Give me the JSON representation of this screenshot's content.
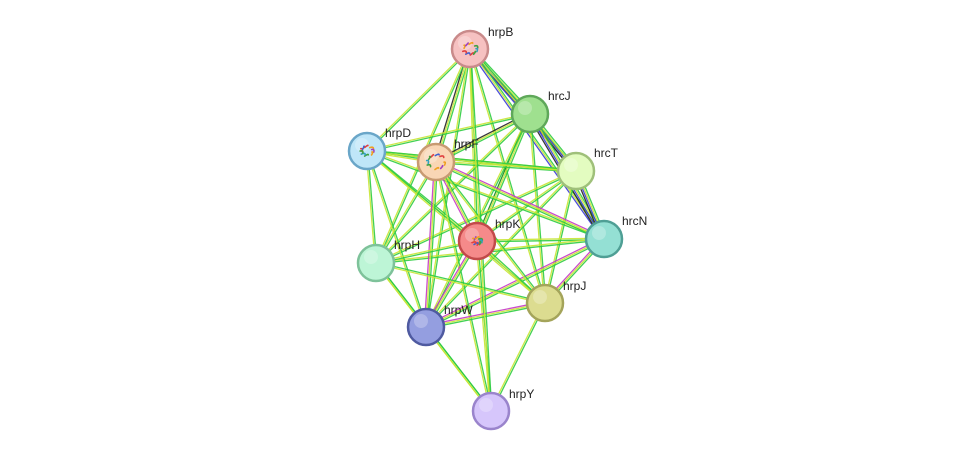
{
  "network": {
    "nodes": [
      {
        "id": "hrpB",
        "label": "hrpB",
        "fill": "#f6c1c1",
        "stroke": "#c98a8a",
        "has_structure": true
      },
      {
        "id": "hrcJ",
        "label": "hrcJ",
        "fill": "#9fe08f",
        "stroke": "#5fa85a",
        "has_structure": false
      },
      {
        "id": "hrpD",
        "label": "hrpD",
        "fill": "#bfe6f8",
        "stroke": "#6aa6c8",
        "has_structure": true
      },
      {
        "id": "hrpF",
        "label": "hrpF",
        "fill": "#f9d6b5",
        "stroke": "#c89a72",
        "has_structure": true
      },
      {
        "id": "hrcT",
        "label": "hrcT",
        "fill": "#e3fcc0",
        "stroke": "#9fc07a",
        "has_structure": false
      },
      {
        "id": "hrcN",
        "label": "hrcN",
        "fill": "#94e0d4",
        "stroke": "#4f9f95",
        "has_structure": false
      },
      {
        "id": "hrpK",
        "label": "hrpK",
        "fill": "#f58a8a",
        "stroke": "#c24a4a",
        "has_structure": true
      },
      {
        "id": "hrpH",
        "label": "hrpH",
        "fill": "#bdf5d6",
        "stroke": "#7ec29a",
        "has_structure": false
      },
      {
        "id": "hrpJ",
        "label": "hrpJ",
        "fill": "#dcdc90",
        "stroke": "#a4a45a",
        "has_structure": false
      },
      {
        "id": "hrpW",
        "label": "hrpW",
        "fill": "#949ee0",
        "stroke": "#4f5aa0",
        "has_structure": false
      },
      {
        "id": "hrpY",
        "label": "hrpY",
        "fill": "#d6c6fb",
        "stroke": "#9a84cc",
        "has_structure": false
      }
    ],
    "edge_colors": {
      "neighborhood": "#2ecc40",
      "textmining": "#c8e632",
      "coexpression": "#222222",
      "experimental": "#c438c4",
      "database": "#3a3ad6",
      "homology": "#1a8a1a"
    },
    "edges": [
      {
        "a": "hrpB",
        "b": "hrcJ",
        "types": [
          "neighborhood",
          "textmining",
          "database",
          "coexpression"
        ]
      },
      {
        "a": "hrpB",
        "b": "hrcT",
        "types": [
          "neighborhood",
          "textmining",
          "database"
        ]
      },
      {
        "a": "hrpB",
        "b": "hrcN",
        "types": [
          "neighborhood",
          "textmining",
          "database"
        ]
      },
      {
        "a": "hrpB",
        "b": "hrpD",
        "types": [
          "neighborhood",
          "textmining"
        ]
      },
      {
        "a": "hrpB",
        "b": "hrpF",
        "types": [
          "neighborhood",
          "textmining",
          "coexpression"
        ]
      },
      {
        "a": "hrpB",
        "b": "hrpK",
        "types": [
          "neighborhood",
          "textmining"
        ]
      },
      {
        "a": "hrpB",
        "b": "hrpH",
        "types": [
          "neighborhood",
          "textmining"
        ]
      },
      {
        "a": "hrpB",
        "b": "hrpJ",
        "types": [
          "neighborhood",
          "textmining"
        ]
      },
      {
        "a": "hrpB",
        "b": "hrpW",
        "types": [
          "neighborhood",
          "textmining"
        ]
      },
      {
        "a": "hrcJ",
        "b": "hrcT",
        "types": [
          "neighborhood",
          "textmining",
          "database",
          "coexpression"
        ]
      },
      {
        "a": "hrcJ",
        "b": "hrcN",
        "types": [
          "neighborhood",
          "textmining",
          "database",
          "coexpression"
        ]
      },
      {
        "a": "hrcJ",
        "b": "hrpD",
        "types": [
          "neighborhood",
          "textmining"
        ]
      },
      {
        "a": "hrcJ",
        "b": "hrpF",
        "types": [
          "neighborhood",
          "textmining",
          "coexpression"
        ]
      },
      {
        "a": "hrcJ",
        "b": "hrpK",
        "types": [
          "neighborhood",
          "textmining",
          "homology"
        ]
      },
      {
        "a": "hrcJ",
        "b": "hrpH",
        "types": [
          "neighborhood",
          "textmining"
        ]
      },
      {
        "a": "hrcJ",
        "b": "hrpJ",
        "types": [
          "neighborhood",
          "textmining"
        ]
      },
      {
        "a": "hrcJ",
        "b": "hrpW",
        "types": [
          "neighborhood",
          "textmining"
        ]
      },
      {
        "a": "hrcT",
        "b": "hrcN",
        "types": [
          "neighborhood",
          "textmining",
          "database",
          "coexpression"
        ]
      },
      {
        "a": "hrcT",
        "b": "hrpD",
        "types": [
          "neighborhood",
          "textmining"
        ]
      },
      {
        "a": "hrcT",
        "b": "hrpF",
        "types": [
          "neighborhood",
          "textmining"
        ]
      },
      {
        "a": "hrcT",
        "b": "hrpK",
        "types": [
          "neighborhood",
          "textmining"
        ]
      },
      {
        "a": "hrcT",
        "b": "hrpH",
        "types": [
          "neighborhood",
          "textmining"
        ]
      },
      {
        "a": "hrcT",
        "b": "hrpJ",
        "types": [
          "neighborhood",
          "textmining"
        ]
      },
      {
        "a": "hrcT",
        "b": "hrpW",
        "types": [
          "neighborhood",
          "textmining"
        ]
      },
      {
        "a": "hrcN",
        "b": "hrpD",
        "types": [
          "neighborhood",
          "textmining"
        ]
      },
      {
        "a": "hrcN",
        "b": "hrpF",
        "types": [
          "neighborhood",
          "textmining",
          "experimental"
        ]
      },
      {
        "a": "hrcN",
        "b": "hrpK",
        "types": [
          "neighborhood",
          "textmining"
        ]
      },
      {
        "a": "hrcN",
        "b": "hrpH",
        "types": [
          "neighborhood",
          "textmining"
        ]
      },
      {
        "a": "hrcN",
        "b": "hrpJ",
        "types": [
          "neighborhood",
          "textmining",
          "experimental"
        ]
      },
      {
        "a": "hrcN",
        "b": "hrpW",
        "types": [
          "neighborhood",
          "textmining",
          "experimental"
        ]
      },
      {
        "a": "hrpD",
        "b": "hrpF",
        "types": [
          "neighborhood",
          "textmining"
        ]
      },
      {
        "a": "hrpD",
        "b": "hrpK",
        "types": [
          "neighborhood",
          "textmining"
        ]
      },
      {
        "a": "hrpD",
        "b": "hrpH",
        "types": [
          "neighborhood",
          "textmining"
        ]
      },
      {
        "a": "hrpD",
        "b": "hrpJ",
        "types": [
          "neighborhood",
          "textmining"
        ]
      },
      {
        "a": "hrpD",
        "b": "hrpW",
        "types": [
          "neighborhood",
          "textmining"
        ]
      },
      {
        "a": "hrpD",
        "b": "hrcT",
        "types": [
          "neighborhood",
          "textmining"
        ]
      },
      {
        "a": "hrpF",
        "b": "hrpK",
        "types": [
          "neighborhood",
          "textmining",
          "experimental"
        ]
      },
      {
        "a": "hrpF",
        "b": "hrpH",
        "types": [
          "neighborhood",
          "textmining"
        ]
      },
      {
        "a": "hrpF",
        "b": "hrpJ",
        "types": [
          "neighborhood",
          "textmining"
        ]
      },
      {
        "a": "hrpF",
        "b": "hrpW",
        "types": [
          "neighborhood",
          "textmining",
          "experimental"
        ]
      },
      {
        "a": "hrpF",
        "b": "hrpY",
        "types": [
          "neighborhood",
          "textmining"
        ]
      },
      {
        "a": "hrpK",
        "b": "hrpH",
        "types": [
          "neighborhood",
          "textmining"
        ]
      },
      {
        "a": "hrpK",
        "b": "hrpJ",
        "types": [
          "neighborhood",
          "textmining"
        ]
      },
      {
        "a": "hrpK",
        "b": "hrpW",
        "types": [
          "neighborhood",
          "textmining",
          "experimental"
        ]
      },
      {
        "a": "hrpK",
        "b": "hrpY",
        "types": [
          "neighborhood",
          "textmining"
        ]
      },
      {
        "a": "hrpH",
        "b": "hrpJ",
        "types": [
          "neighborhood",
          "textmining"
        ]
      },
      {
        "a": "hrpH",
        "b": "hrpW",
        "types": [
          "neighborhood",
          "textmining"
        ]
      },
      {
        "a": "hrpH",
        "b": "hrpY",
        "types": [
          "neighborhood",
          "textmining"
        ]
      },
      {
        "a": "hrpJ",
        "b": "hrpW",
        "types": [
          "neighborhood",
          "textmining",
          "experimental"
        ]
      },
      {
        "a": "hrpJ",
        "b": "hrpY",
        "types": [
          "neighborhood",
          "textmining"
        ]
      },
      {
        "a": "hrpW",
        "b": "hrpY",
        "types": [
          "neighborhood",
          "textmining"
        ]
      },
      {
        "a": "hrpB",
        "b": "hrpY",
        "types": [
          "neighborhood",
          "textmining"
        ]
      }
    ]
  }
}
